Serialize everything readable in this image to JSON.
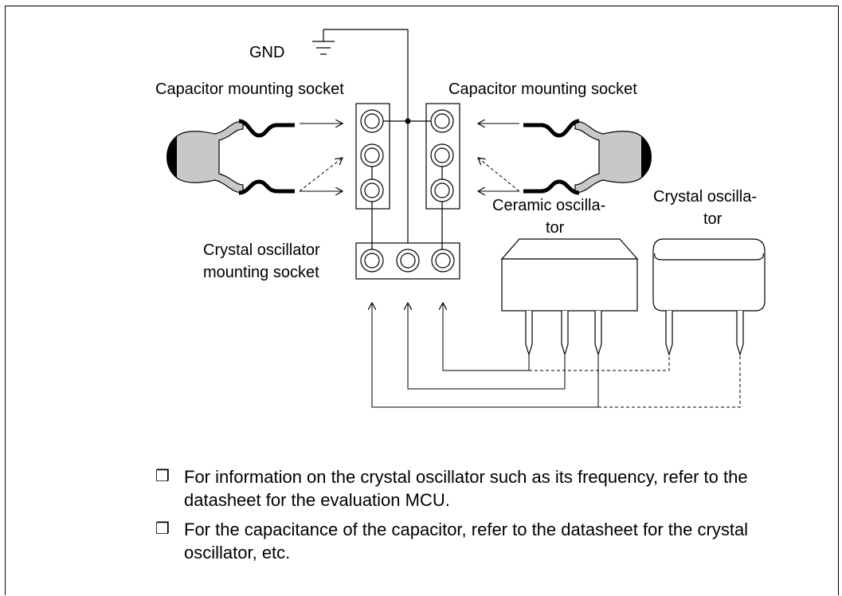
{
  "diagram": {
    "gnd_label": "GND",
    "cap_socket_left_label": "Capacitor mounting socket",
    "cap_socket_right_label": "Capacitor mounting socket",
    "crystal_socket_label_line1": "Crystal oscillator",
    "crystal_socket_label_line2": "mounting socket",
    "ceramic_osc_label_line1": "Ceramic oscilla-",
    "ceramic_osc_label_line2": "tor",
    "crystal_osc_label_line1": "Crystal oscilla-",
    "crystal_osc_label_line2": "tor"
  },
  "notes": {
    "bullet_icon": "hollow-square-icon",
    "items": [
      "For information on the crystal oscillator such as its frequency, refer to the datasheet for the evaluation MCU.",
      "For the capacitance of the capacitor, refer to the datasheet for the crystal oscillator, etc."
    ]
  }
}
